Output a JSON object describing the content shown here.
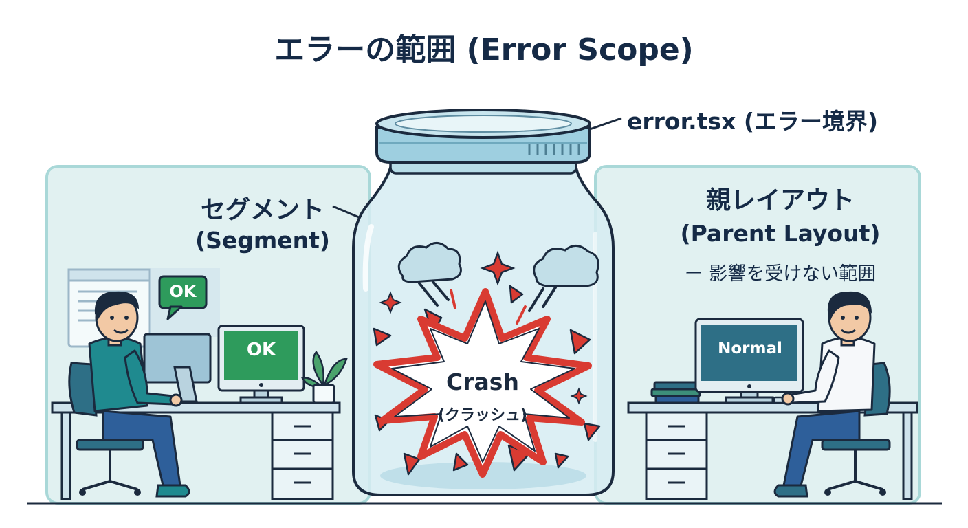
{
  "title": "エラーの範囲 (Error Scope)",
  "boundary": {
    "label": "error.tsx (エラー境界)"
  },
  "segment": {
    "label_ja": "セグメント",
    "label_en": "(Segment)",
    "bubble_text": "OK",
    "screen_text": "OK"
  },
  "parent": {
    "label_ja": "親レイアウト",
    "label_en": "(Parent Layout)",
    "note": "ー 影響を受けない範囲",
    "screen_text": "Normal"
  },
  "crash": {
    "label_en": "Crash",
    "label_ja": "(クラッシュ)"
  },
  "colors": {
    "title_text": "#152a46",
    "panel_fill": "#e1f1f1",
    "panel_border": "#a9d8d8",
    "jar_glass": "#d6ecf2",
    "jar_lid": "#9ecfe0",
    "crash_red": "#d93b32",
    "ok_green": "#2e9b5c",
    "screen_teal": "#2e6f86",
    "shirt_teal": "#1f8a8f"
  },
  "icons": [
    "cloud-icon",
    "sparkle-icon",
    "shard-icon",
    "plant-icon",
    "desk-chair-icon"
  ]
}
